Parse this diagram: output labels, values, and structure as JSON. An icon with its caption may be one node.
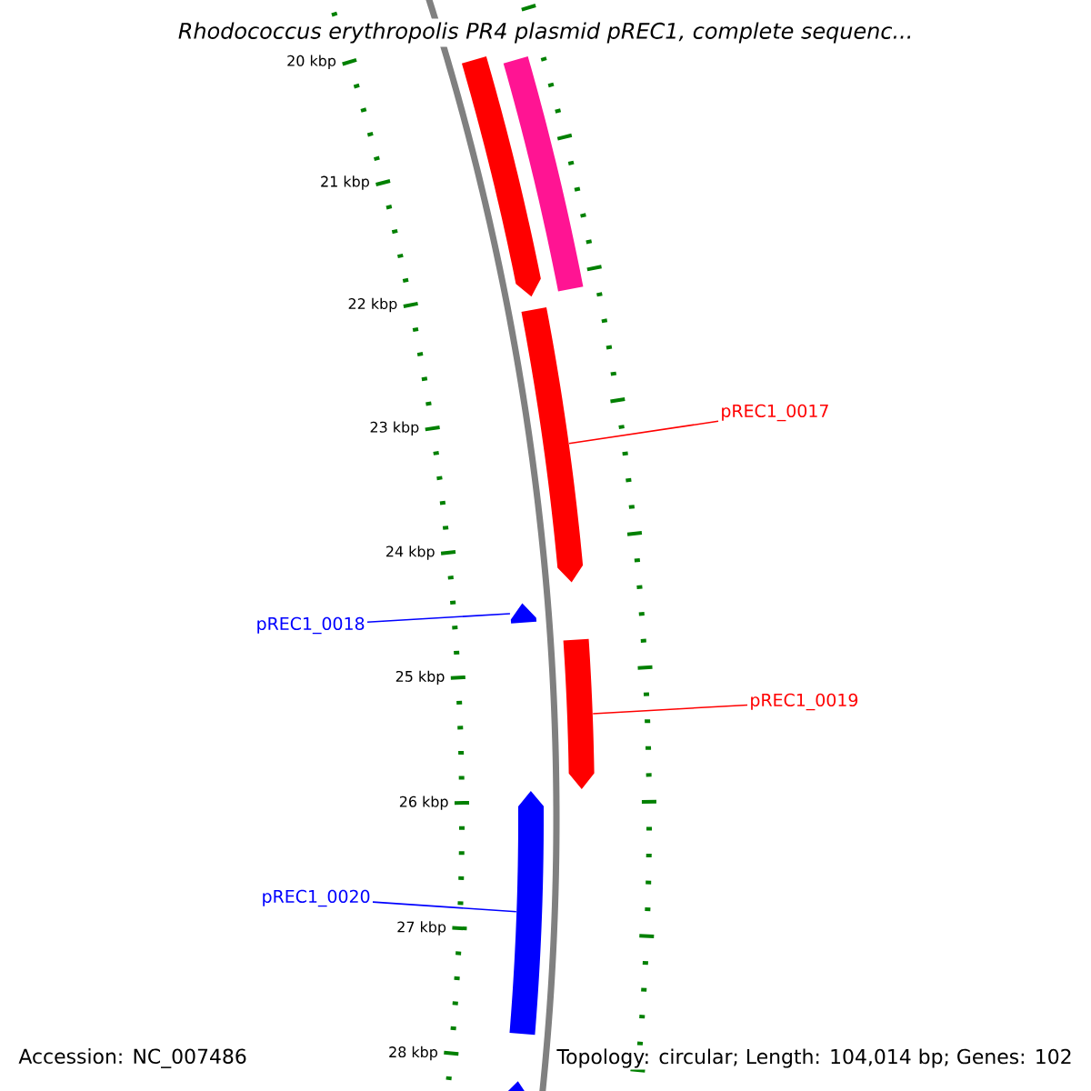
{
  "diagram": {
    "title": "Rhodococcus erythropolis PR4 plasmid pREC1, complete sequenc...",
    "nodes": [
      {
        "text": [],
        "shape": "arrow"
      },
      {
        "text": [],
        "shape": "bar"
      },
      {
        "text": [
          "pREC1_0017"
        ]
      },
      {
        "text": [],
        "shape": "arrow"
      },
      {
        "text": [
          "pREC1_0018"
        ]
      },
      {
        "text": [],
        "shape": "arrow"
      },
      {
        "text": [
          "pREC1_0019"
        ]
      },
      {
        "text": [],
        "shape": "arrow"
      },
      {
        "text": [
          "pREC1_0020"
        ]
      },
      {
        "text": [],
        "shape": "arrow"
      },
      {
        "text": [],
        "shape": "arrow"
      }
    ],
    "edges": [
      {
        "from": 2,
        "to": 3,
        "arrow": "none",
        "color": "#ff0000"
      },
      {
        "from": 4,
        "to": 5,
        "arrow": "none",
        "color": "#0000ff"
      },
      {
        "from": 6,
        "to": 7,
        "arrow": "none",
        "color": "#ff0000"
      },
      {
        "from": 8,
        "to": 9,
        "arrow": "none",
        "color": "#0000ff"
      }
    ],
    "labels": [
      "20 kbp",
      "21 kbp",
      "22 kbp",
      "23 kbp",
      "24 kbp",
      "25 kbp",
      "26 kbp",
      "27 kbp",
      "28 kbp",
      "Accession: NC_007486",
      "Topology: circular; Length: 104,014 bp; Genes: 102"
    ]
  }
}
